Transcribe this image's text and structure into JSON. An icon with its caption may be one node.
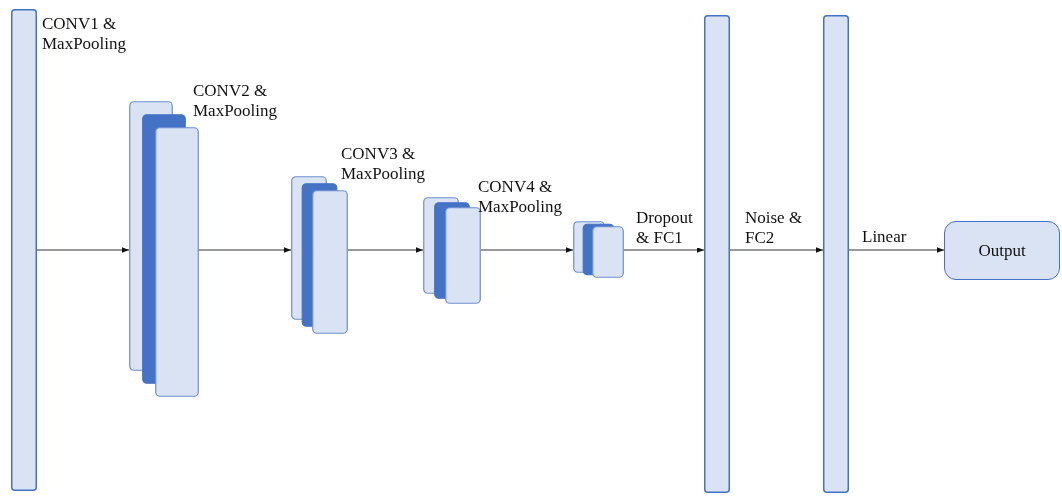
{
  "diagram": {
    "nodes": [
      {
        "text": [
          "CONV1 & MaxPooling"
        ]
      },
      {
        "text": [
          "CONV2 & MaxPooling"
        ]
      },
      {
        "text": [
          "CONV3 & MaxPooling"
        ]
      },
      {
        "text": [
          "CONV4 & MaxPooling"
        ]
      },
      {
        "text": [],
        "shape": "box"
      },
      {
        "text": [],
        "shape": "bar"
      },
      {
        "text": [],
        "shape": "bar"
      },
      {
        "text": [
          "Output"
        ]
      }
    ],
    "edges": [
      {
        "from": 0,
        "to": 1,
        "arrow": "to"
      },
      {
        "from": 1,
        "to": 2,
        "arrow": "to"
      },
      {
        "from": 2,
        "to": 3,
        "arrow": "to"
      },
      {
        "from": 3,
        "to": 4,
        "arrow": "to"
      },
      {
        "from": 4,
        "to": 5,
        "arrow": "to",
        "label": "Dropout & FC1"
      },
      {
        "from": 5,
        "to": 6,
        "arrow": "to",
        "label": "Noise & FC2"
      },
      {
        "from": 6,
        "to": 7,
        "arrow": "to",
        "label": "Linear"
      }
    ]
  }
}
